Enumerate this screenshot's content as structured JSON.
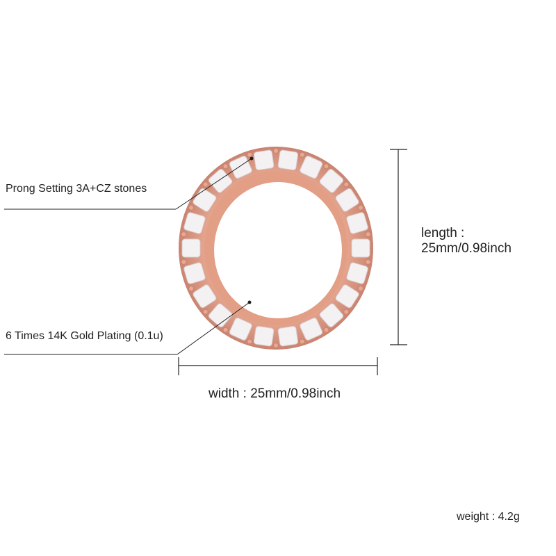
{
  "annotations": {
    "prong_setting": "Prong Setting 3A+CZ stones",
    "plating": "6 Times 14K Gold Plating (0.1u)",
    "length_label": "length :",
    "length_value": "25mm/0.98inch",
    "width": "width : 25mm/0.98inch",
    "weight": "weight : 4.2g"
  },
  "colors": {
    "ring_metal": "#e8a992",
    "ring_shadow": "#c98470",
    "stone": "#f4f1f3",
    "line": "#222222"
  },
  "icons": {
    "ring": "eternity-ring-image"
  }
}
